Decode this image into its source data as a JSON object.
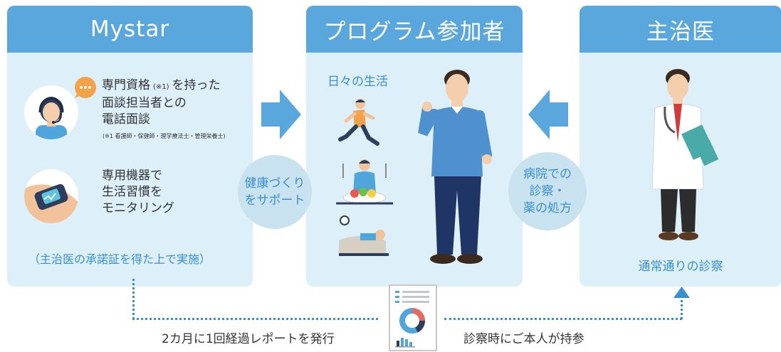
{
  "left_panel": {
    "title": "Mystar",
    "item1_line1": "専門資格",
    "item1_note_ref": "(※1)",
    "item1_line1_end": "を持った",
    "item1_line2": "面談担当者との",
    "item1_line3": "電話面談",
    "item1_footnote": "(※1 看護師・保健師・理学療法士・管理栄養士)",
    "item2_line1": "専用機器で",
    "item2_line2": "生活習慣を",
    "item2_line3": "モニタリング",
    "condition": "（主治医の承諾証を得た上で実施）"
  },
  "middle_panel": {
    "title": "プログラム参加者",
    "daily_life_label": "日々の生活"
  },
  "right_panel": {
    "title": "主治医",
    "routine_exam": "通常通りの診察"
  },
  "support_circle": {
    "line1": "健康づくり",
    "line2": "をサポート"
  },
  "hospital_circle": {
    "line1": "病院での",
    "line2": "診察・",
    "line3": "薬の処方"
  },
  "bottom": {
    "report_label": "2カ月に1回経過レポートを発行",
    "bring_label": "診察時にご本人が持参"
  },
  "colors": {
    "header_blue": "#5aa7de",
    "panel_bg": "#ddeff8",
    "accent_blue": "#3a8fd1",
    "arrow_blue": "#5aa7de"
  }
}
